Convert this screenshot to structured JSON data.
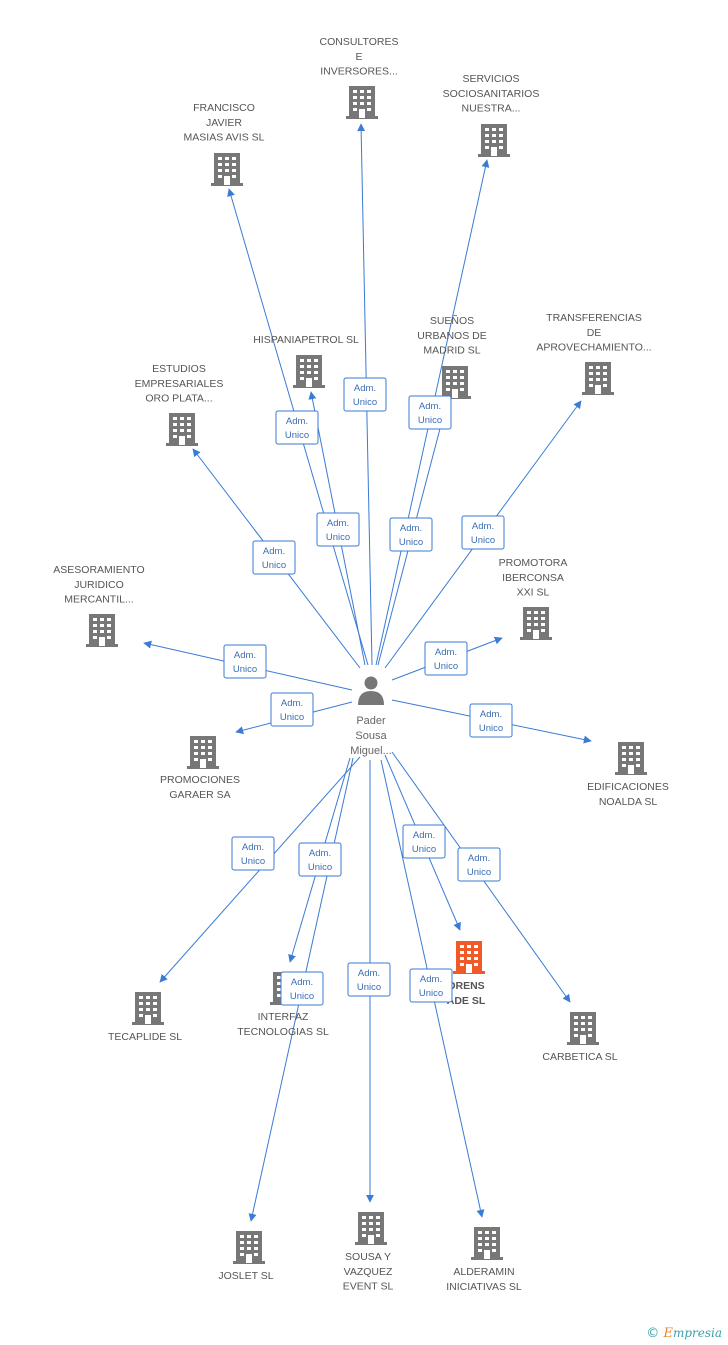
{
  "center": {
    "name": "person-center",
    "lines": [
      "Pader",
      "Sousa",
      "Miguel..."
    ]
  },
  "relation_label": [
    "Adm.",
    "Unico"
  ],
  "colors": {
    "edge": "#3a7bd5",
    "building": "#777777",
    "highlight": "#f05a28"
  },
  "companies": [
    {
      "id": "consultores",
      "lines": [
        "CONSULTORES",
        "E",
        "INVERSORES..."
      ]
    },
    {
      "id": "servicios",
      "lines": [
        "SERVICIOS",
        "SOCIOSANITARIOS",
        "NUESTRA..."
      ]
    },
    {
      "id": "francisco",
      "lines": [
        "FRANCISCO",
        "JAVIER",
        "MASIAS AVIS SL"
      ]
    },
    {
      "id": "hispaniapetrol",
      "lines": [
        "HISPANIAPETROL SL"
      ]
    },
    {
      "id": "suenos",
      "lines": [
        "SUEÑOS",
        "URBANOS DE",
        "MADRID SL"
      ]
    },
    {
      "id": "transferencias",
      "lines": [
        "TRANSFERENCIAS",
        "DE",
        "APROVECHAMIENTO..."
      ]
    },
    {
      "id": "estudios",
      "lines": [
        "ESTUDIOS",
        "EMPRESARIALES",
        "ORO PLATA..."
      ]
    },
    {
      "id": "asesoramiento",
      "lines": [
        "ASESORAMIENTO",
        "JURIDICO",
        "MERCANTIL..."
      ]
    },
    {
      "id": "promotora",
      "lines": [
        "PROMOTORA",
        "IBERCONSA",
        "XXI SL"
      ]
    },
    {
      "id": "promociones",
      "lines": [
        "PROMOCIONES",
        "GARAER SA"
      ]
    },
    {
      "id": "edificaciones",
      "lines": [
        "EDIFICACIONES",
        "NOALDA SL"
      ]
    },
    {
      "id": "llorens",
      "lines": [
        "ORENS",
        "ADE SL"
      ]
    },
    {
      "id": "tecaplide",
      "lines": [
        "TECAPLIDE SL"
      ]
    },
    {
      "id": "interfaz",
      "lines": [
        "INTERFAZ",
        "TECNOLOGIAS SL"
      ]
    },
    {
      "id": "carbetica",
      "lines": [
        "CARBETICA SL"
      ]
    },
    {
      "id": "joslet",
      "lines": [
        "JOSLET SL"
      ]
    },
    {
      "id": "sousa",
      "lines": [
        "SOUSA Y",
        "VAZQUEZ",
        "EVENT SL"
      ]
    },
    {
      "id": "alderamin",
      "lines": [
        "ALDERAMIN",
        "INICIATIVAS SL"
      ]
    }
  ],
  "footer": {
    "symbol": "©",
    "brand_first": "E",
    "brand_rest": "mpresia"
  }
}
